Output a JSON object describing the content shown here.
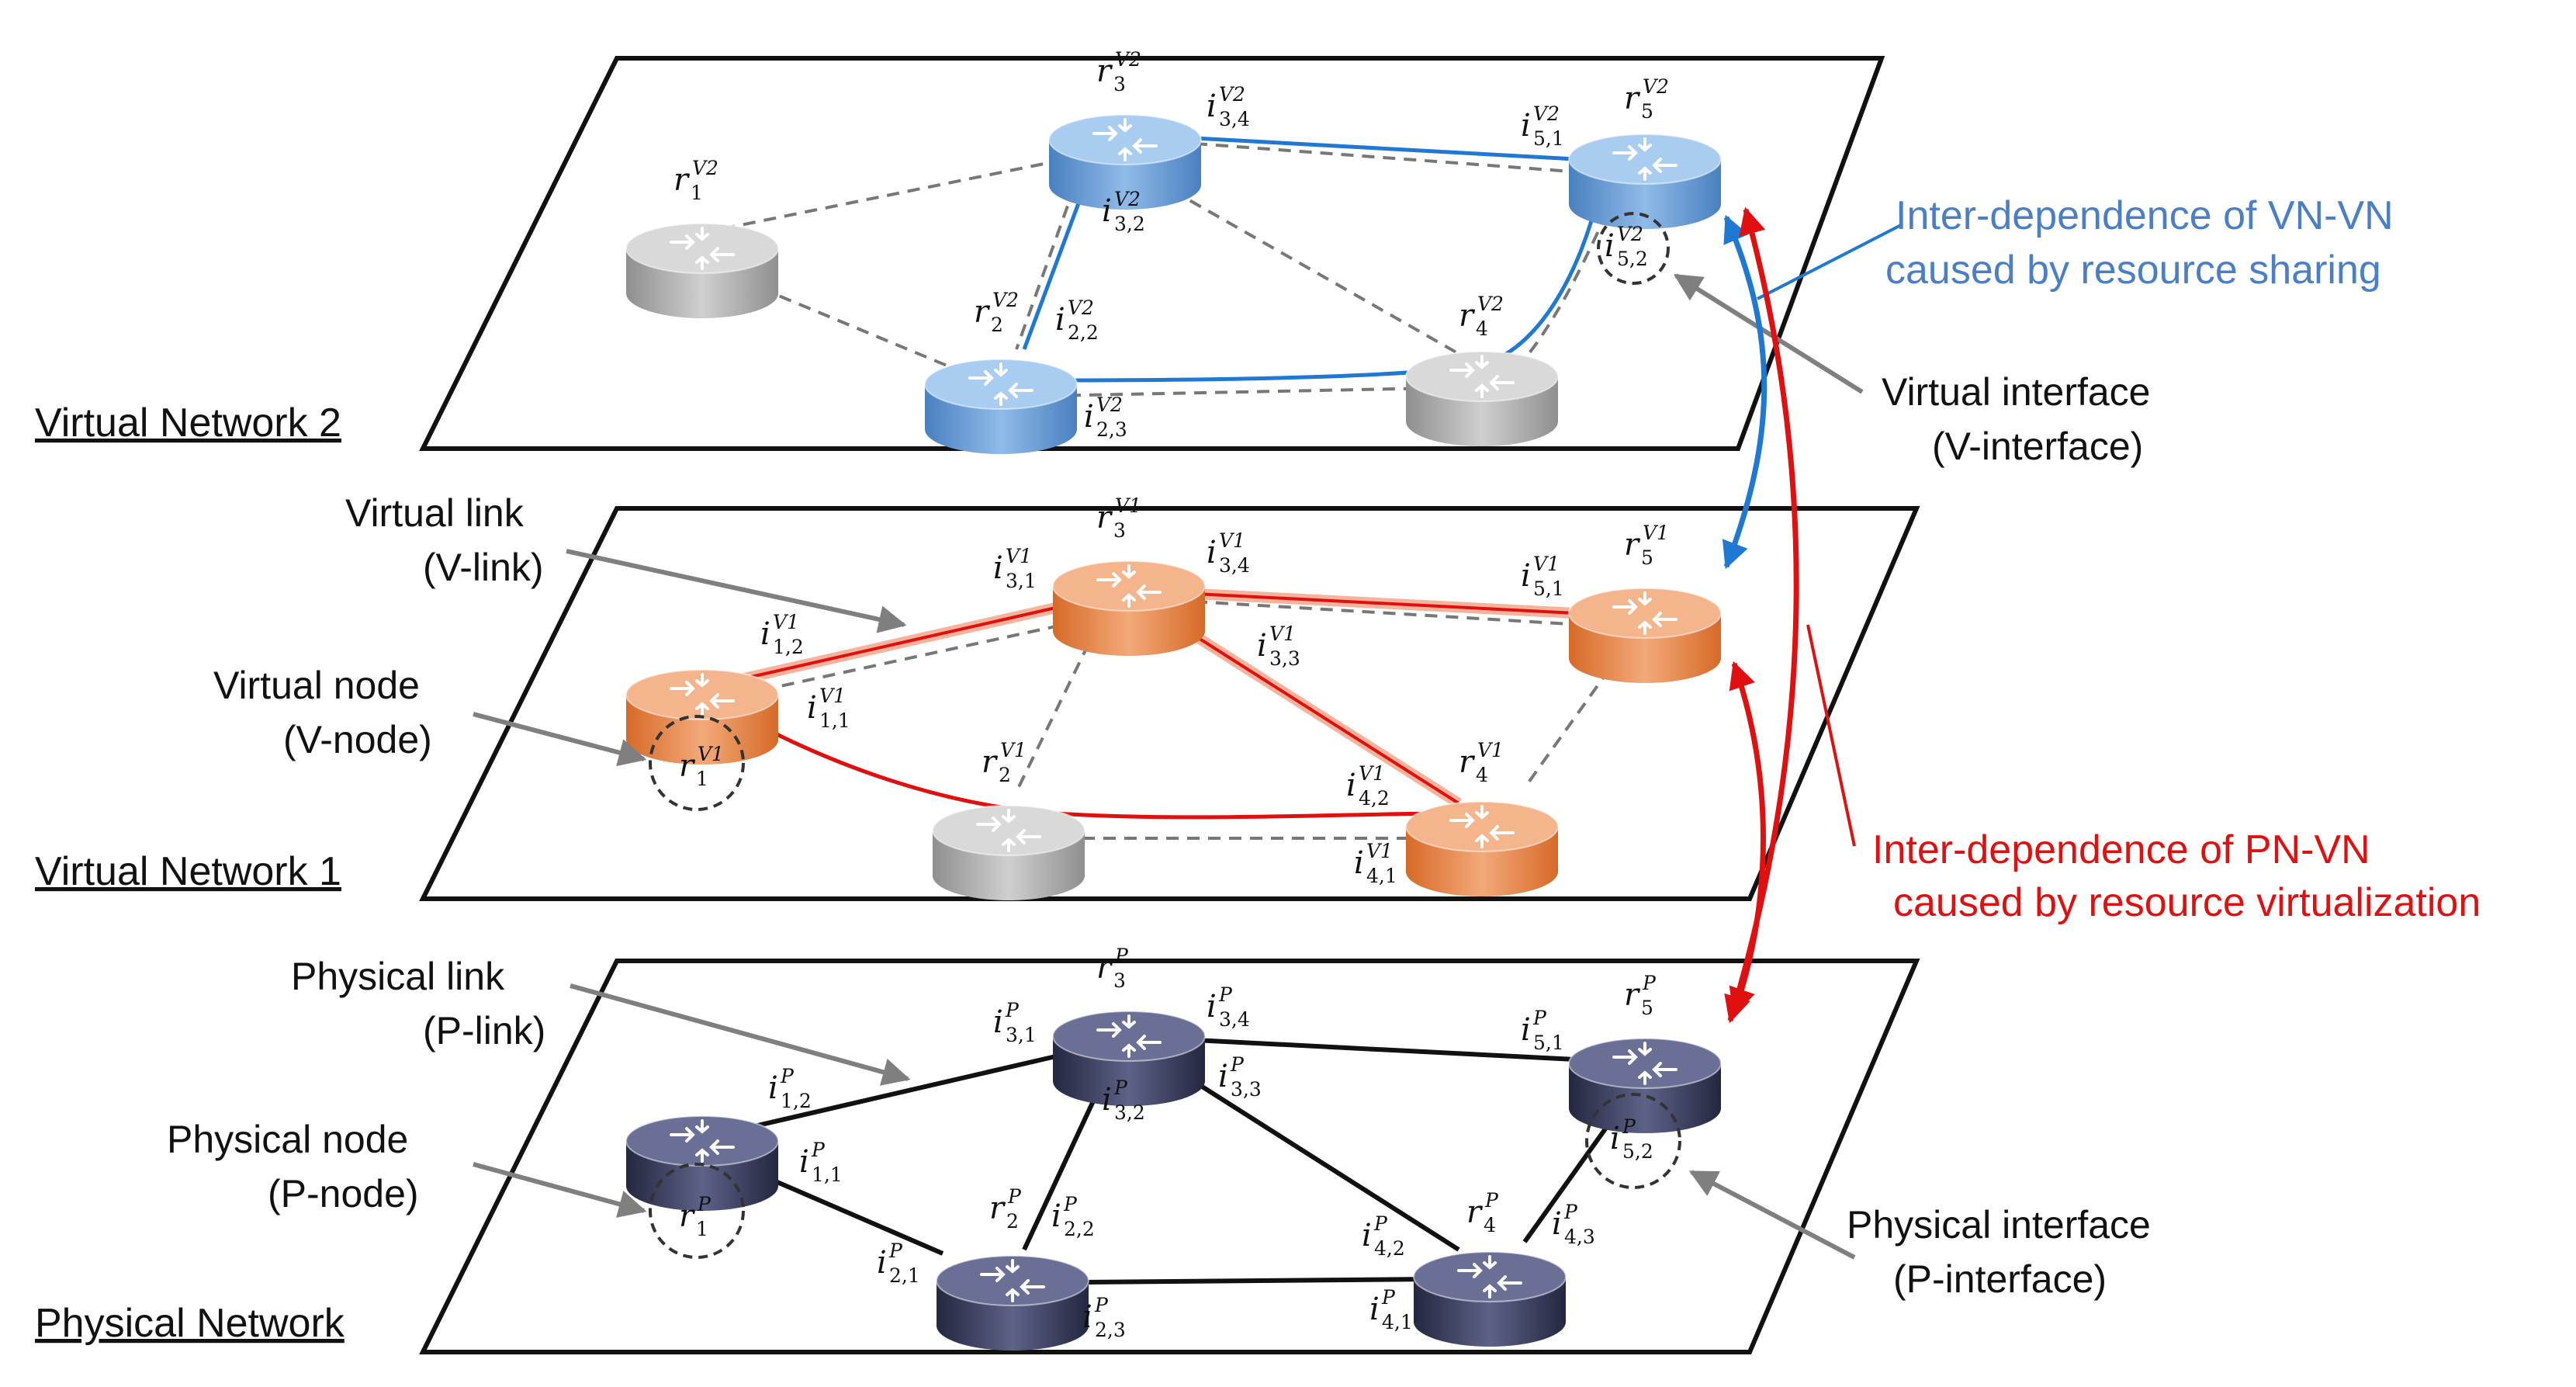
{
  "layers": [
    {
      "key": "vn2",
      "title": "Virtual Network 2",
      "sup": "V2",
      "theme": "blue",
      "routers": [
        {
          "id": "1",
          "label": "r",
          "sub": "1",
          "color": "gray"
        },
        {
          "id": "2",
          "label": "r",
          "sub": "2",
          "color": "blue"
        },
        {
          "id": "3",
          "label": "r",
          "sub": "3",
          "color": "blue"
        },
        {
          "id": "4",
          "label": "r",
          "sub": "4",
          "color": "gray"
        },
        {
          "id": "5",
          "label": "r",
          "sub": "5",
          "color": "blue"
        }
      ],
      "interfaces": [
        {
          "label": "i",
          "sub": "3,4"
        },
        {
          "label": "i",
          "sub": "3,2"
        },
        {
          "label": "i",
          "sub": "5,1"
        },
        {
          "label": "i",
          "sub": "5,2"
        },
        {
          "label": "i",
          "sub": "2,2"
        },
        {
          "label": "i",
          "sub": "2,3"
        }
      ]
    },
    {
      "key": "vn1",
      "title": "Virtual Network 1",
      "sup": "V1",
      "theme": "red",
      "routers": [
        {
          "id": "1",
          "label": "r",
          "sub": "1",
          "color": "orange"
        },
        {
          "id": "2",
          "label": "r",
          "sub": "2",
          "color": "gray"
        },
        {
          "id": "3",
          "label": "r",
          "sub": "3",
          "color": "orange"
        },
        {
          "id": "4",
          "label": "r",
          "sub": "4",
          "color": "orange"
        },
        {
          "id": "5",
          "label": "r",
          "sub": "5",
          "color": "orange"
        }
      ],
      "interfaces": [
        {
          "label": "i",
          "sub": "3,1"
        },
        {
          "label": "i",
          "sub": "3,4"
        },
        {
          "label": "i",
          "sub": "5,1"
        },
        {
          "label": "i",
          "sub": "1,2"
        },
        {
          "label": "i",
          "sub": "3,3"
        },
        {
          "label": "i",
          "sub": "1,1"
        },
        {
          "label": "i",
          "sub": "4,2"
        },
        {
          "label": "i",
          "sub": "4,1"
        }
      ]
    },
    {
      "key": "pn",
      "title": "Physical Network",
      "sup": "P",
      "theme": "black",
      "routers": [
        {
          "id": "1",
          "label": "r",
          "sub": "1",
          "color": "navy"
        },
        {
          "id": "2",
          "label": "r",
          "sub": "2",
          "color": "navy"
        },
        {
          "id": "3",
          "label": "r",
          "sub": "3",
          "color": "navy"
        },
        {
          "id": "4",
          "label": "r",
          "sub": "4",
          "color": "navy"
        },
        {
          "id": "5",
          "label": "r",
          "sub": "5",
          "color": "navy"
        }
      ],
      "interfaces": [
        {
          "label": "i",
          "sub": "3,1"
        },
        {
          "label": "i",
          "sub": "3,4"
        },
        {
          "label": "i",
          "sub": "5,1"
        },
        {
          "label": "i",
          "sub": "1,2"
        },
        {
          "label": "i",
          "sub": "3,3"
        },
        {
          "label": "i",
          "sub": "3,2"
        },
        {
          "label": "i",
          "sub": "1,1"
        },
        {
          "label": "i",
          "sub": "5,2"
        },
        {
          "label": "i",
          "sub": "2,2"
        },
        {
          "label": "i",
          "sub": "4,3"
        },
        {
          "label": "i",
          "sub": "2,1"
        },
        {
          "label": "i",
          "sub": "4,2"
        },
        {
          "label": "i",
          "sub": "2,3"
        },
        {
          "label": "i",
          "sub": "4,1"
        }
      ]
    }
  ],
  "callouts": {
    "vlink_1": "Virtual link",
    "vlink_2": "(V-link)",
    "vnode_1": "Virtual node",
    "vnode_2": "(V-node)",
    "vif_1": "Virtual interface",
    "vif_2": "(V-interface)",
    "plink_1": "Physical link",
    "plink_2": "(P-link)",
    "pnode_1": "Physical node",
    "pnode_2": "(P-node)",
    "pif_1": "Physical interface",
    "pif_2": "(P-interface)",
    "vnvn_1": "Inter-dependence of VN-VN",
    "vnvn_2": "caused by resource sharing",
    "pnvn_1": "Inter-dependence of PN-VN",
    "pnvn_2": "caused by resource virtualization"
  },
  "colors": {
    "blue_link": "#1f78d1",
    "red_link": "#e01010",
    "vnvn_text": "#4a7fc6",
    "pnvn_text": "#e01010",
    "router_blue": "#5d94cf",
    "router_orange": "#e07b3c",
    "router_gray": "#a6a6a6",
    "router_navy": "#363a5c"
  }
}
